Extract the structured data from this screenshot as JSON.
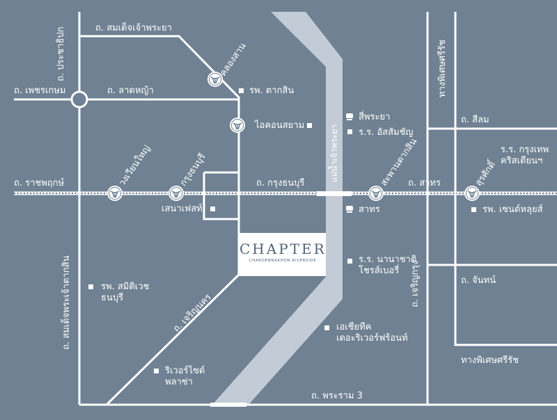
{
  "brand": {
    "name": "CHAPTER",
    "tagline": "CHAROENNAKHON-RIVERSIDE"
  },
  "colors": {
    "background": "#6f8192",
    "river": "#c3ccd6",
    "road": "#ffffff",
    "logo_text": "#4f6476"
  },
  "roads": {
    "somdet_chaophraya": "ถ. สมเด็จเจ้าพระยา",
    "prachathipok": "ถ. ประชาธิปก",
    "phetkasem": "ถ. เพชรเกษม",
    "lat_ya": "ถ. ลาดหญ้า",
    "ratchaphruek": "ถ. ราชพฤกษ์",
    "krung_thonburi": "ถ. กรุงธนบุรี",
    "sathorn": "ถ. สาทร",
    "silom": "ถ. สีลม",
    "chan": "ถ. จันทน์",
    "charoen_nakhon": "ถ. เจริญนคร",
    "charoen_krung": "ถ. เจริญกรุง",
    "somdet_phrachao_taksin": "ถ. สมเด็จพระเจ้าตากสิน",
    "rama3": "ถ. พระราม 3",
    "expressway_top": "ทางพิเศษศรีรัช",
    "expressway_bottom": "ทางพิเศษศรีรัช"
  },
  "river": {
    "name": "แม่น้ำเจ้าพระยา"
  },
  "stations": {
    "khlong_san": "คลองสาน",
    "wongwian_yai": "วงเวียนใหญ่",
    "krung_thonburi": "กรุงธนบุรี",
    "saphan_taksin": "สะพานตากสิน",
    "surasak": "สุรศักดิ์"
  },
  "places": {
    "taksin_hospital": "รพ. ตากสิน",
    "iconsiam": "ไอคอนสยาม",
    "si_phraya": "สี่พระยา",
    "assumption_school": "ร.ร. อัสสัมชัญ",
    "sathorn_pier": "สาทร",
    "st_louis_hospital": "รพ. เซนต์หลุยส์",
    "krungthep_christian_school": "ร.ร. กรุงเทพ\nคริสเตียนฯ",
    "senafest": "เสนาเฟสท์",
    "nana_chart_school": "ร.ร. นานาชาติ\nโชรส์เบอรี่",
    "samitivej_hospital": "รพ. สมิติเวช\nธนบุรี",
    "asiatique": "เอเชียทีค\nเดอะริเวอร์ฟร้อนท์",
    "river_side_plaza": "ริเวอร์ไซด์\nพลาซ่า"
  },
  "icons": {
    "bts": "bts-station-icon",
    "boat": "boat-pier-icon",
    "place": "place-marker-icon"
  }
}
